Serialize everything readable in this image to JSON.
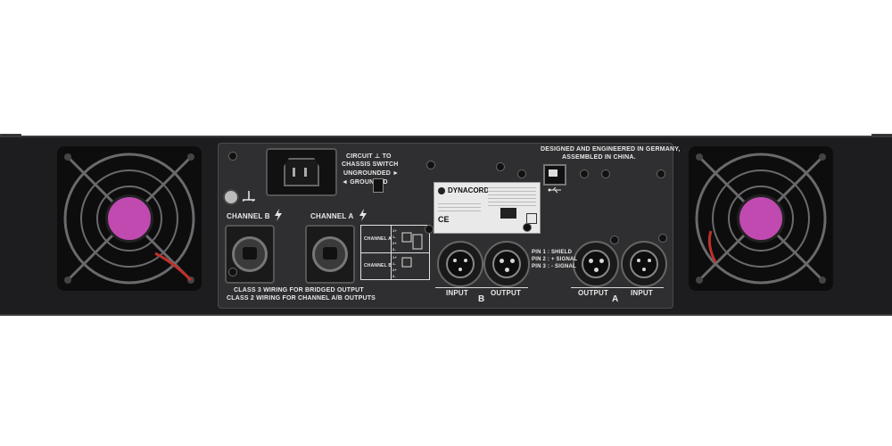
{
  "labels": {
    "circuit_line1": "CIRCUIT ⊥ TO",
    "circuit_line2": "CHASSIS SWITCH",
    "circuit_ungrounded": "UNGROUNDED ►",
    "circuit_grounded": "◄ GROUNDED",
    "designed_line1": "DESIGNED AND ENGINEERED IN GERMANY,",
    "designed_line2": "ASSEMBLED IN CHINA.",
    "channel_b": "CHANNEL B",
    "channel_a": "CHANNEL A",
    "class3": "CLASS 3 WIRING FOR BRIDGED OUTPUT",
    "class2": "CLASS 2 WIRING FOR CHANNEL A/B OUTPUTS",
    "brand": "DYNACORD",
    "ce": "CE",
    "pin1": "PIN 1 :   SHIELD",
    "pin2": "PIN 2 : + SIGNAL",
    "pin3": "PIN 3 : - SIGNAL",
    "input_b": "INPUT",
    "letter_b": "B",
    "output_b": "OUTPUT",
    "output_a": "OUTPUT",
    "letter_a": "A",
    "input_a": "INPUT",
    "table_channel_a": "CHANNEL A",
    "table_channel_b": "CHANNEL B",
    "table_rows": [
      "1+",
      "1-",
      "2+",
      "2-"
    ]
  },
  "colors": {
    "chassis": "#1d1d1f",
    "panel": "#2f2f31",
    "fan_hub": "#c04ab0",
    "text": "#e8e8e8"
  },
  "icons": {
    "ground": "ground-icon",
    "lightning": "lightning-icon",
    "usb": "usb-icon"
  }
}
